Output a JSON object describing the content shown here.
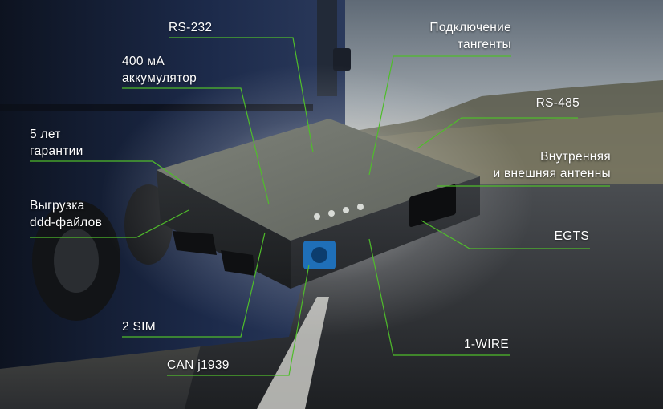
{
  "colors": {
    "leader_line": "#4fbd2b",
    "label_text": "#ffffff",
    "sky_top": "#6f7a86",
    "road": "#2f3236",
    "device_body": "#3b3e42"
  },
  "labels": {
    "rs232": "RS-232",
    "battery": [
      "400 мА",
      "аккумулятор"
    ],
    "warranty": [
      "5 лет",
      "гарантии"
    ],
    "ddd": [
      "Выгрузка",
      "ddd-файлов"
    ],
    "two_sim": "2 SIM",
    "can": "CAN j1939",
    "headset": [
      "Подключение",
      "тангенты"
    ],
    "rs485": "RS-485",
    "antenna": [
      "Внутренняя",
      "и внешняя антенны"
    ],
    "egts": "EGTS",
    "onewire": "1-WIRE"
  }
}
